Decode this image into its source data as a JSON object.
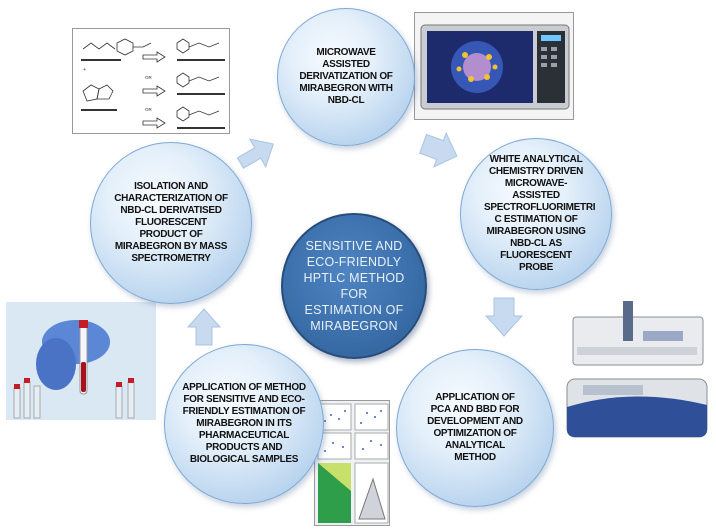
{
  "center": {
    "text": "SENSITIVE AND ECO-FRIENDLY HPTLC METHOD FOR ESTIMATION OF MIRABEGRON"
  },
  "steps": [
    {
      "id": "top",
      "text": "MICROWAVE ASSISTED DERIVATIZATION OF MIRABEGRON WITH NBD-Cl"
    },
    {
      "id": "right",
      "text": "WHITE ANALYTICAL CHEMISTRY DRIVEN MICROWAVE-ASSISTED SPECTROFLUORIMETRI C ESTIMATION OF MIRABEGRON USING NBD-CL AS FLUORESCENT PROBE"
    },
    {
      "id": "bottom-right",
      "text": "APPLICATION OF PCA AND BBD FOR DEVELOPMENT AND OPTIMIZATION OF ANALYTICAL METHOD"
    },
    {
      "id": "bottom-left",
      "text": "APPLICATION OF METHOD FOR SENSITIVE AND ECO-FRIENDLY ESTIMATION OF MIRABEGRON IN ITS PHARMACEUTICAL PRODUCTS AND BIOLOGICAL SAMPLES"
    },
    {
      "id": "left",
      "text": "ISOLATION AND CHARACTERIZATION OF NBD-Cl DERIVATISED FLUORESCENT PRODUCT OF MIRABEGRON BY MASS SPECTROMETRY"
    }
  ],
  "colors": {
    "bubble": "#d6e6f5",
    "center": "#3a6ea9",
    "arrow": "#c7daef"
  },
  "icons": [
    "chemical-reaction-scheme-image",
    "microwave-oven-image",
    "hptlc-instrument-image",
    "optimization-plots-image",
    "blood-sample-tube-image"
  ]
}
